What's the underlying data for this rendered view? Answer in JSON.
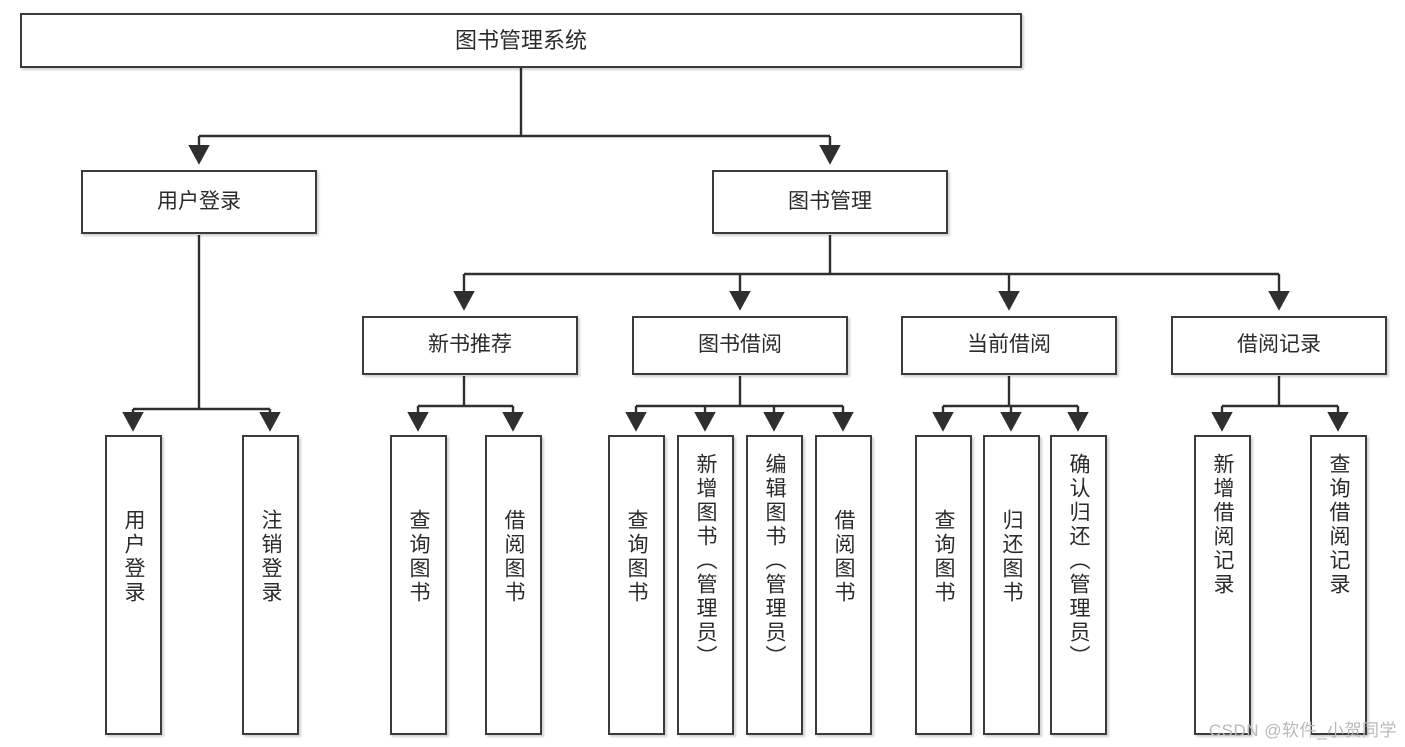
{
  "diagram": {
    "title": "图书管理系统",
    "type": "tree",
    "watermark": "CSDN @软件_小贺同学",
    "colors": {
      "box_border": "#3b3b3b",
      "box_fill": "#ffffff",
      "connector": "#2f2f2f",
      "text": "#2b2b2b",
      "watermark": "#b9b9b9"
    },
    "nodes": {
      "root": {
        "label": "图书管理系统"
      },
      "level1": [
        {
          "label": "用户登录"
        },
        {
          "label": "图书管理"
        }
      ],
      "level2": [
        {
          "label": "新书推荐"
        },
        {
          "label": "图书借阅"
        },
        {
          "label": "当前借阅"
        },
        {
          "label": "借阅记录"
        }
      ],
      "leaves": {
        "user_login": [
          {
            "label": "用户登录"
          },
          {
            "label": "注销登录"
          }
        ],
        "new_book": [
          {
            "label": "查询图书"
          },
          {
            "label": "借阅图书"
          }
        ],
        "book_borrow": [
          {
            "label": "查询图书"
          },
          {
            "label": "新增图书（管理员）"
          },
          {
            "label": "编辑图书（管理员）"
          },
          {
            "label": "借阅图书"
          }
        ],
        "current_borrow": [
          {
            "label": "查询图书"
          },
          {
            "label": "归还图书"
          },
          {
            "label": "确认归还（管理员）"
          }
        ],
        "borrow_record": [
          {
            "label": "新增借阅记录"
          },
          {
            "label": "查询借阅记录"
          }
        ]
      }
    }
  }
}
